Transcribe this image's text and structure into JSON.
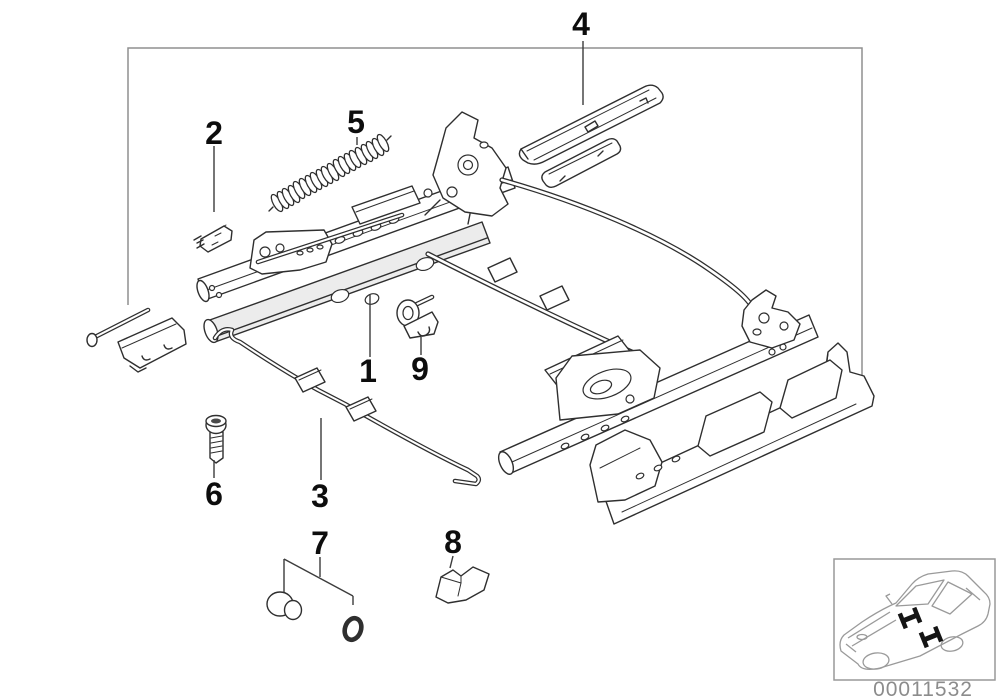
{
  "callouts": [
    {
      "label": "1"
    },
    {
      "label": "2"
    },
    {
      "label": "3"
    },
    {
      "label": "4"
    },
    {
      "label": "5"
    },
    {
      "label": "6"
    },
    {
      "label": "7"
    },
    {
      "label": "8"
    },
    {
      "label": "9"
    }
  ],
  "footer": {
    "part_number": "00011532"
  },
  "colors": {
    "line": "#2f2f2f",
    "frame_border": "#8f8f8f",
    "callout_text": "#0d0d0d",
    "part_number_text": "#8c8c8c",
    "shaded_fill": "#ececec",
    "background": "#ffffff",
    "car_line": "#9a9a9a",
    "seat_mark": "#151515"
  }
}
